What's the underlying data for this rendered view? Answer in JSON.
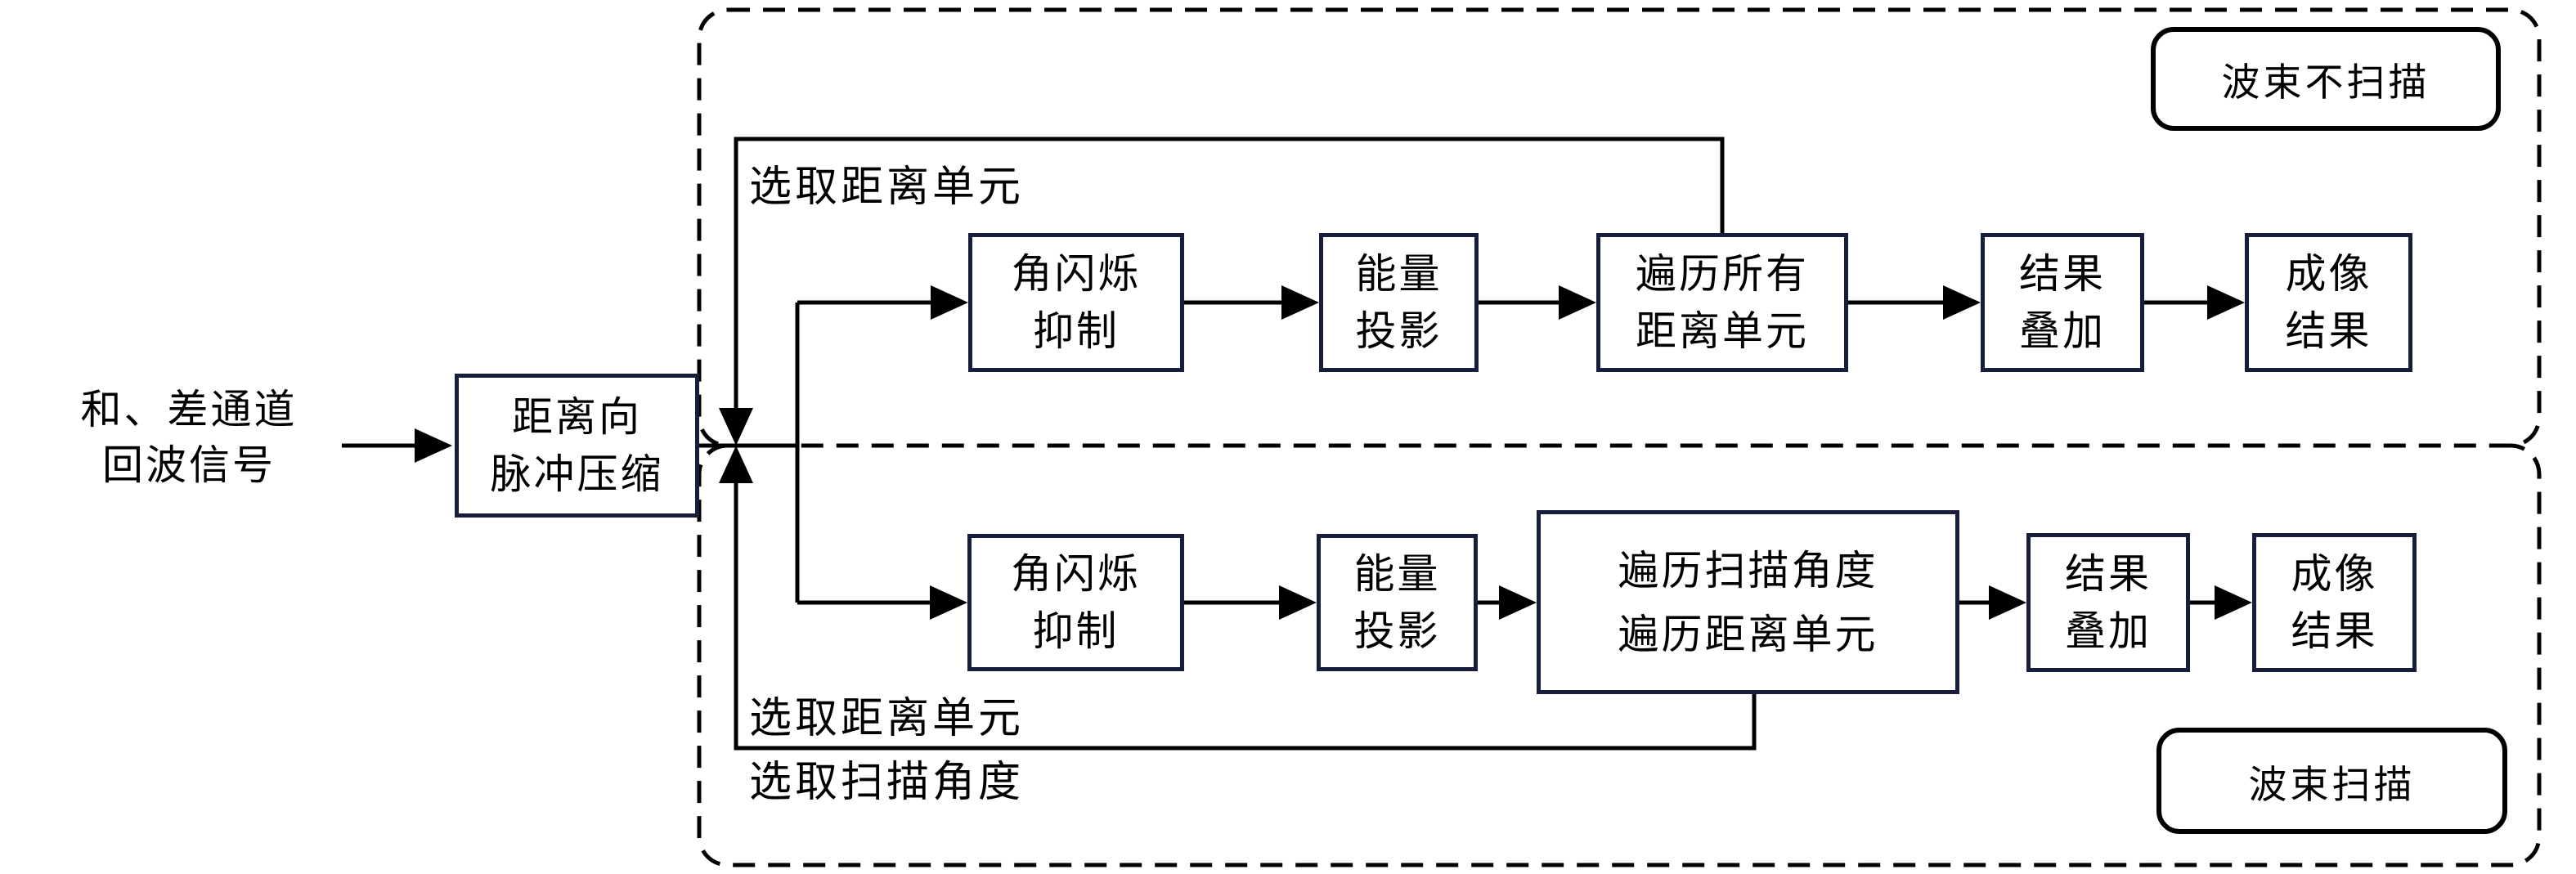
{
  "diagram": {
    "source": {
      "label": "和、差通道\n回波信号"
    },
    "pulse_compression": {
      "label": "距离向\n脉冲压缩"
    },
    "beam_no_scan": {
      "region_label": "波束不扫描",
      "select_range_label": "选取距离单元",
      "glint_suppression": "角闪烁\n抑制",
      "energy_projection": "能量\n投影",
      "iterate_cells": "遍历所有\n距离单元",
      "accumulate": "结果\n叠加",
      "imaging": "成像\n结果"
    },
    "beam_scan": {
      "region_label": "波束扫描",
      "select_range_label": "选取距离单元",
      "select_angle_label": "选取扫描角度",
      "glint_suppression": "角闪烁\n抑制",
      "energy_projection": "能量\n投影",
      "iterate_angles_cells": "遍历扫描角度\n遍历距离单元",
      "accumulate": "结果\n叠加",
      "imaging": "成像\n结果"
    },
    "colors": {
      "box_border": "#171e3c",
      "line": "#000000"
    }
  }
}
